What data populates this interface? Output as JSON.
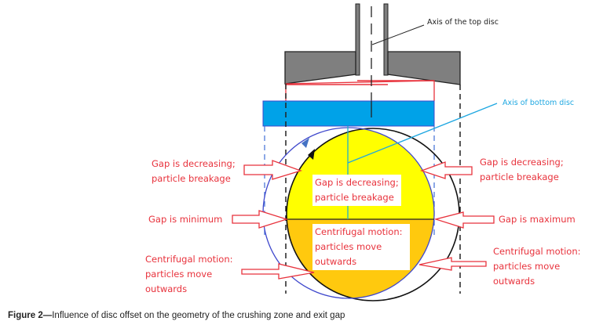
{
  "figure": {
    "caption_number": "Figure 2",
    "caption_dash": "—",
    "caption_text": "Influence of disc offset on the geometry of the crushing zone and exit gap"
  },
  "annotations": {
    "axis_top_disc": "Axis of the top disc",
    "axis_bottom_disc": "Axis of bottom disc",
    "left_upper": [
      "Gap is decreasing;",
      "particle breakage"
    ],
    "left_middle": "Gap is minimum",
    "left_lower": [
      "Centrifugal motion:",
      "particles move",
      "outwards"
    ],
    "center_upper": [
      "Gap is decreasing;",
      "particle breakage"
    ],
    "center_lower": [
      "Centrifugal motion:",
      "particles move",
      "outwards"
    ],
    "right_upper": [
      "Gap is decreasing;",
      "particle breakage"
    ],
    "right_middle": "Gap is maximum",
    "right_lower": [
      "Centrifugal motion:",
      "particles move",
      "outwards"
    ]
  },
  "colors": {
    "top_disc": "#7f7f7f",
    "bottom_disc": "#00a2e8",
    "crushing_zone_upper": "#ffff00",
    "crushing_zone_lower": "#ffc90e",
    "annotation_text": "#e8323c",
    "bottom_axis": "#1ea7e1",
    "bottom_disc_orbit": "#3f48cc"
  }
}
